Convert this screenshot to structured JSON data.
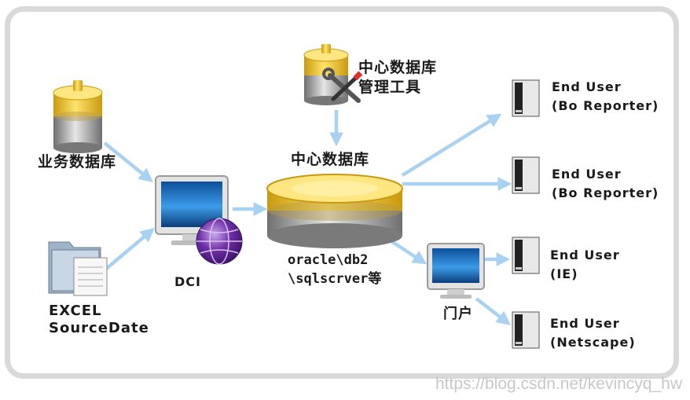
{
  "diagram": {
    "nodes": {
      "business_db": "业务数据库",
      "excel_line1": "EXCEL",
      "excel_line2": "SourceDate",
      "dci": "DCI",
      "central_db": "中心数据库",
      "db_types_line1": "oracle\\db2",
      "db_types_line2": "\\sqlscrver等",
      "mgmt_tool_line1": "中心数据库",
      "mgmt_tool_line2": "管理工具",
      "portal": "门户",
      "end_users": [
        {
          "line1": "End User",
          "line2": "(Bo Reporter)"
        },
        {
          "line1": "End User",
          "line2": "(Bo Reporter)"
        },
        {
          "line1": "End User",
          "line2": "(IE)"
        },
        {
          "line1": "End User",
          "line2": "(Netscape)"
        }
      ]
    },
    "watermark": "https://blog.csdn.net/kevincyq_hw",
    "colors": {
      "arrow": "#a9d2f2",
      "db_gold": "#f3c420",
      "db_gray": "#9a9a9a",
      "screen_blue": "#1f6fc0",
      "globe_purple": "#6a2ca0"
    }
  }
}
